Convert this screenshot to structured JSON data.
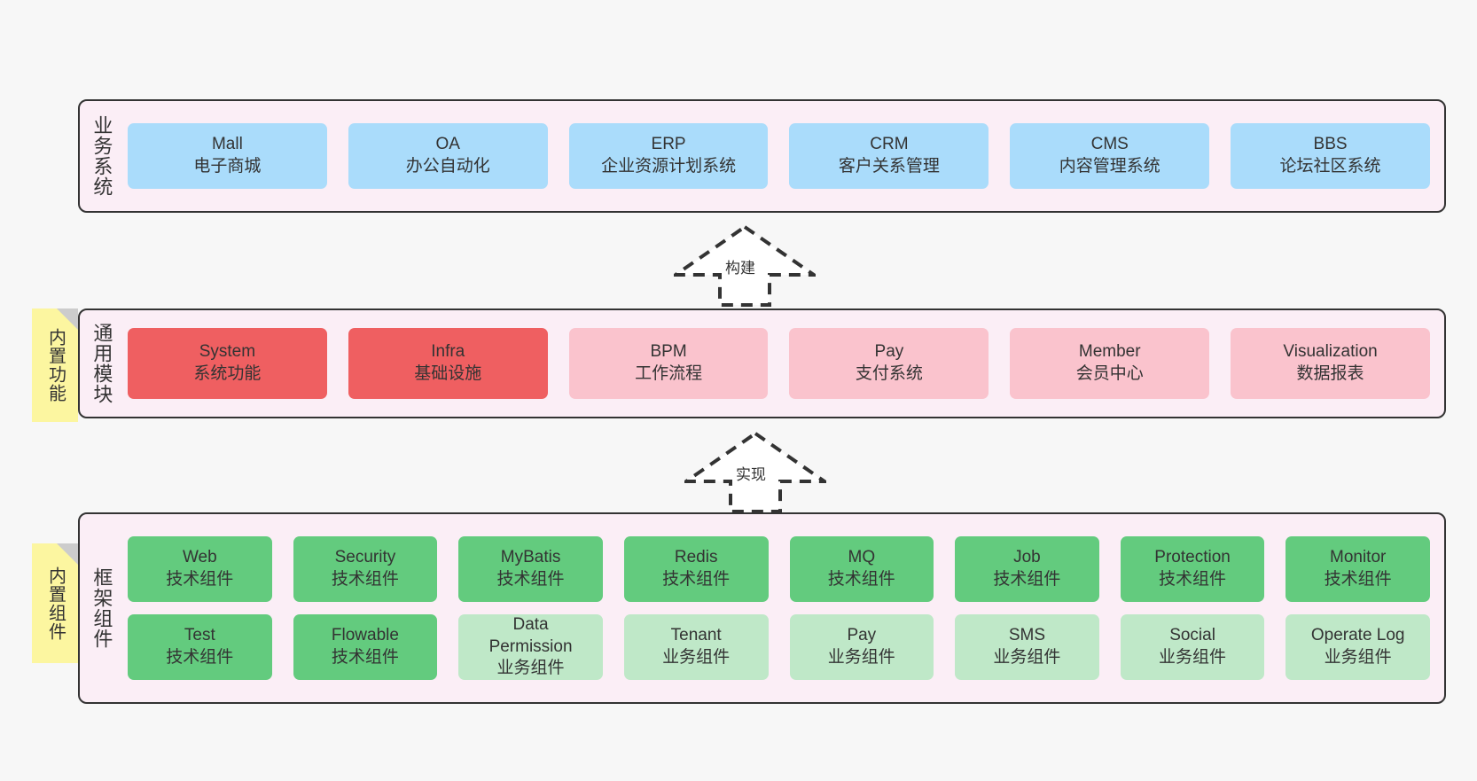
{
  "diagram": {
    "background_color": "#f7f7f7",
    "layer_fill": "#fbeef6",
    "layer_border": "#333333",
    "note_fill": "#fcf6a0",
    "palette": {
      "blue": "#aadcfb",
      "red": "#ef5f61",
      "pink": "#fac3cd",
      "green": "#63cb7e",
      "green_light": "#bfe8c8"
    }
  },
  "layers": {
    "business": {
      "title": "业务系统",
      "cards": [
        {
          "name": "Mall",
          "desc": "电子商城"
        },
        {
          "name": "OA",
          "desc": "办公自动化"
        },
        {
          "name": "ERP",
          "desc": "企业资源计划系统"
        },
        {
          "name": "CRM",
          "desc": "客户关系管理"
        },
        {
          "name": "CMS",
          "desc": "内容管理系统"
        },
        {
          "name": "BBS",
          "desc": "论坛社区系统"
        }
      ]
    },
    "modules": {
      "title": "通用模块",
      "note": "内置功能",
      "cards": [
        {
          "name": "System",
          "desc": "系统功能",
          "color": "red"
        },
        {
          "name": "Infra",
          "desc": "基础设施",
          "color": "red"
        },
        {
          "name": "BPM",
          "desc": "工作流程",
          "color": "pink"
        },
        {
          "name": "Pay",
          "desc": "支付系统",
          "color": "pink"
        },
        {
          "name": "Member",
          "desc": "会员中心",
          "color": "pink"
        },
        {
          "name": "Visualization",
          "desc": "数据报表",
          "color": "pink"
        }
      ]
    },
    "framework": {
      "title": "框架组件",
      "note": "内置组件",
      "row1": [
        {
          "name": "Web",
          "desc": "技术组件",
          "color": "green"
        },
        {
          "name": "Security",
          "desc": "技术组件",
          "color": "green"
        },
        {
          "name": "MyBatis",
          "desc": "技术组件",
          "color": "green"
        },
        {
          "name": "Redis",
          "desc": "技术组件",
          "color": "green"
        },
        {
          "name": "MQ",
          "desc": "技术组件",
          "color": "green"
        },
        {
          "name": "Job",
          "desc": "技术组件",
          "color": "green"
        },
        {
          "name": "Protection",
          "desc": "技术组件",
          "color": "green"
        },
        {
          "name": "Monitor",
          "desc": "技术组件",
          "color": "green"
        }
      ],
      "row2": [
        {
          "name": "Test",
          "desc": "技术组件",
          "color": "green"
        },
        {
          "name": "Flowable",
          "desc": "技术组件",
          "color": "green"
        },
        {
          "name": "Data\nPermission",
          "desc": "业务组件",
          "color": "green_light"
        },
        {
          "name": "Tenant",
          "desc": "业务组件",
          "color": "green_light"
        },
        {
          "name": "Pay",
          "desc": "业务组件",
          "color": "green_light"
        },
        {
          "name": "SMS",
          "desc": "业务组件",
          "color": "green_light"
        },
        {
          "name": "Social",
          "desc": "业务组件",
          "color": "green_light"
        },
        {
          "name": "Operate Log",
          "desc": "业务组件",
          "color": "green_light"
        }
      ]
    }
  },
  "connectors": [
    {
      "id": "build",
      "label": "构建",
      "from": "modules",
      "to": "business"
    },
    {
      "id": "implement",
      "label": "实现",
      "from": "framework",
      "to": "modules"
    }
  ]
}
